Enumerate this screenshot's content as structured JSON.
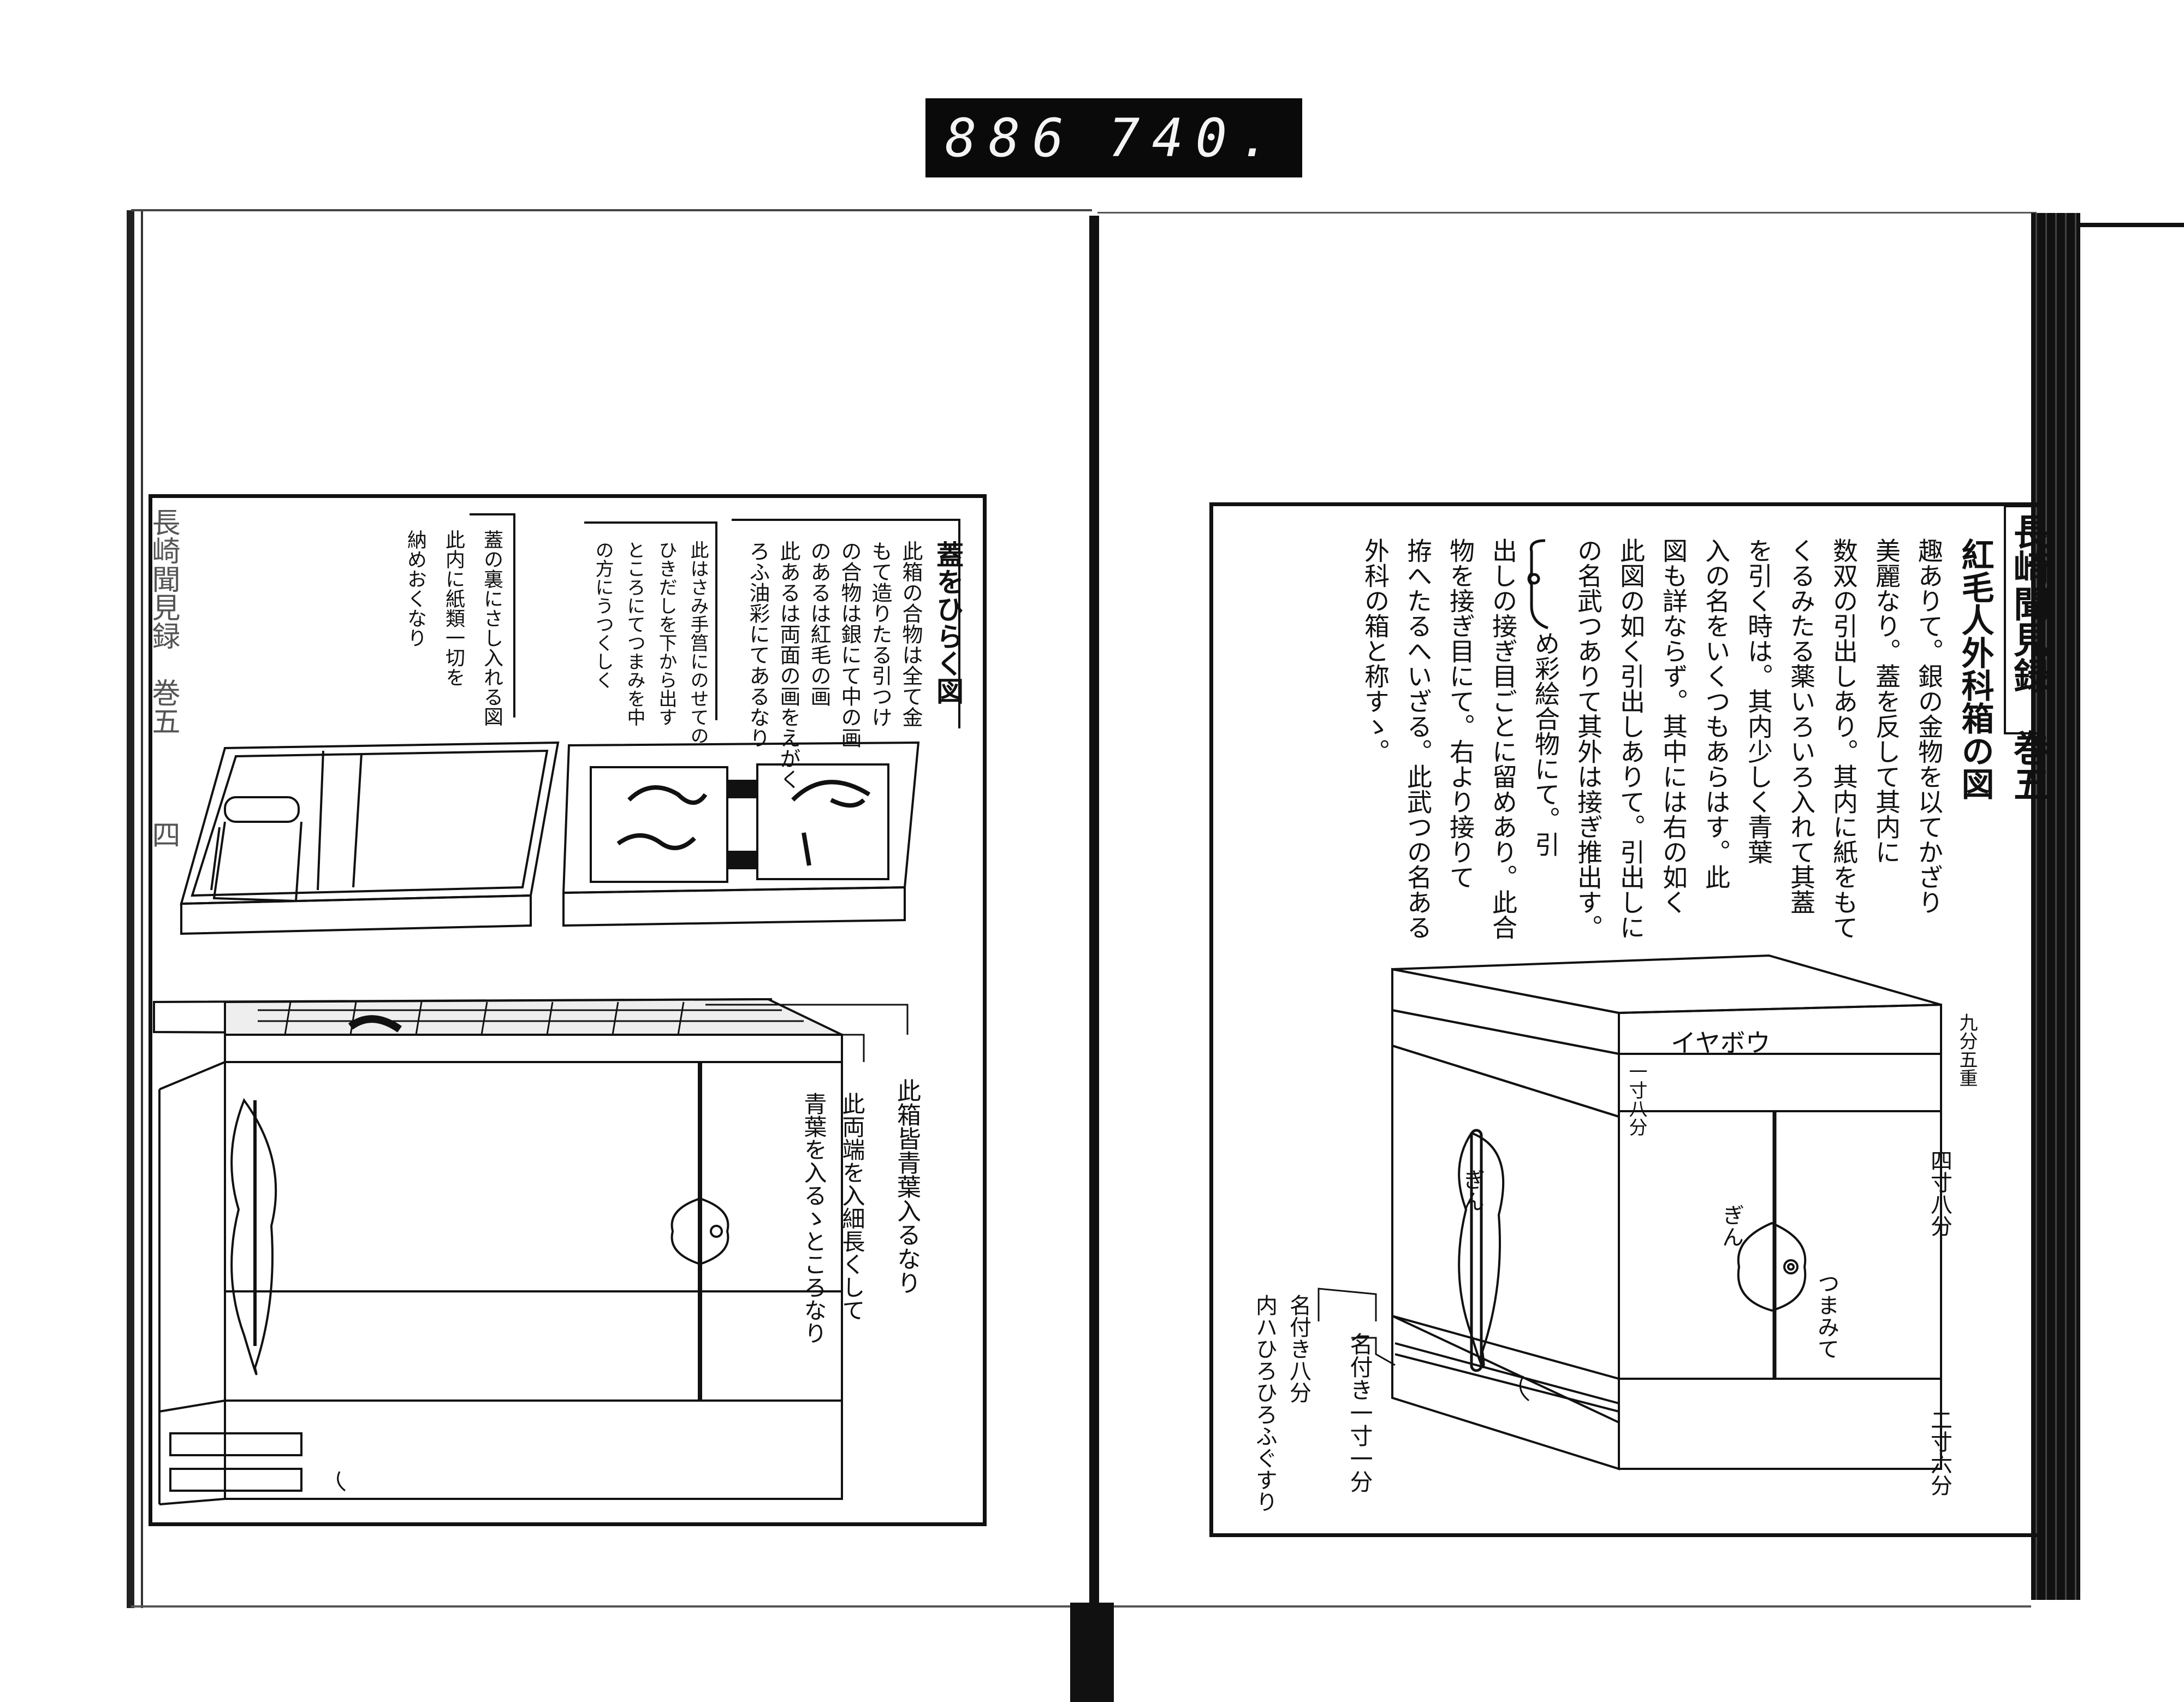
{
  "catalog_number": {
    "left": "886",
    "right": "740."
  },
  "book_header": {
    "title": "長崎聞見録",
    "volume": "巻五",
    "leaf": "四"
  },
  "left_page": {
    "caption_open_lid": [
      "蓋をひらく図",
      "此箱の合物は全て金",
      "もて造りたる引つけ",
      "の合物は銀にて中の画",
      "のあるは紅毛の画",
      "此あるは両面の画をえがく",
      "ろふ油彩にてあるなり"
    ],
    "caption_tray": [
      "此はさみ手筥にのせての",
      "ひきだしを下から出す",
      "ところにてつまみを中",
      "の方にうつくしく"
    ],
    "caption_lid_inside": [
      "蓋の裏にさし入れる図",
      "此内に紙類一切を",
      "納めおくなり"
    ],
    "caption_cabinet_top": [
      "此箱皆青葉入るなり"
    ],
    "caption_cabinet_ends": [
      "此両端を入細長くして",
      "青葉を入るゝところなり"
    ]
  },
  "right_page": {
    "title": "紅毛人外科箱の図",
    "body": [
      "趣ありて。銀の金物を以てかざり",
      "美麗なり。蓋を反して其内に",
      "数双の引出しあり。其内に紙をもて",
      "くるみたる薬いろいろ入れて其蓋",
      "を引く時は。其内少しく青葉",
      "入の名をいくつもあらはす。此",
      "図も詳ならず。其中には右の如く",
      "此図の如く引出しありて。引出しに",
      "の名武つありて其外は接ぎ推出す。",
      "め彩絵合物にて。引",
      "出しの接ぎ目ごとに留めあり。此合",
      "物を接ぎ目にて。右より接りて",
      "拵へたるへいざる。此武つの名ある",
      "外科の箱と称すゝ。"
    ],
    "box_labels": {
      "lid_word": "イヤボウ",
      "dim_lid": "九分五重",
      "dim_upper": "一寸八分",
      "dim_doors": "四寸八分",
      "dim_base": "二寸六分",
      "silver_left": "ぎん",
      "silver_right": "ぎん",
      "handle": "つまみて",
      "drawer_upper": "名付き一寸一分",
      "drawer_lower": [
        "名付き八分",
        "内ハひろひろふぐすり"
      ]
    }
  }
}
